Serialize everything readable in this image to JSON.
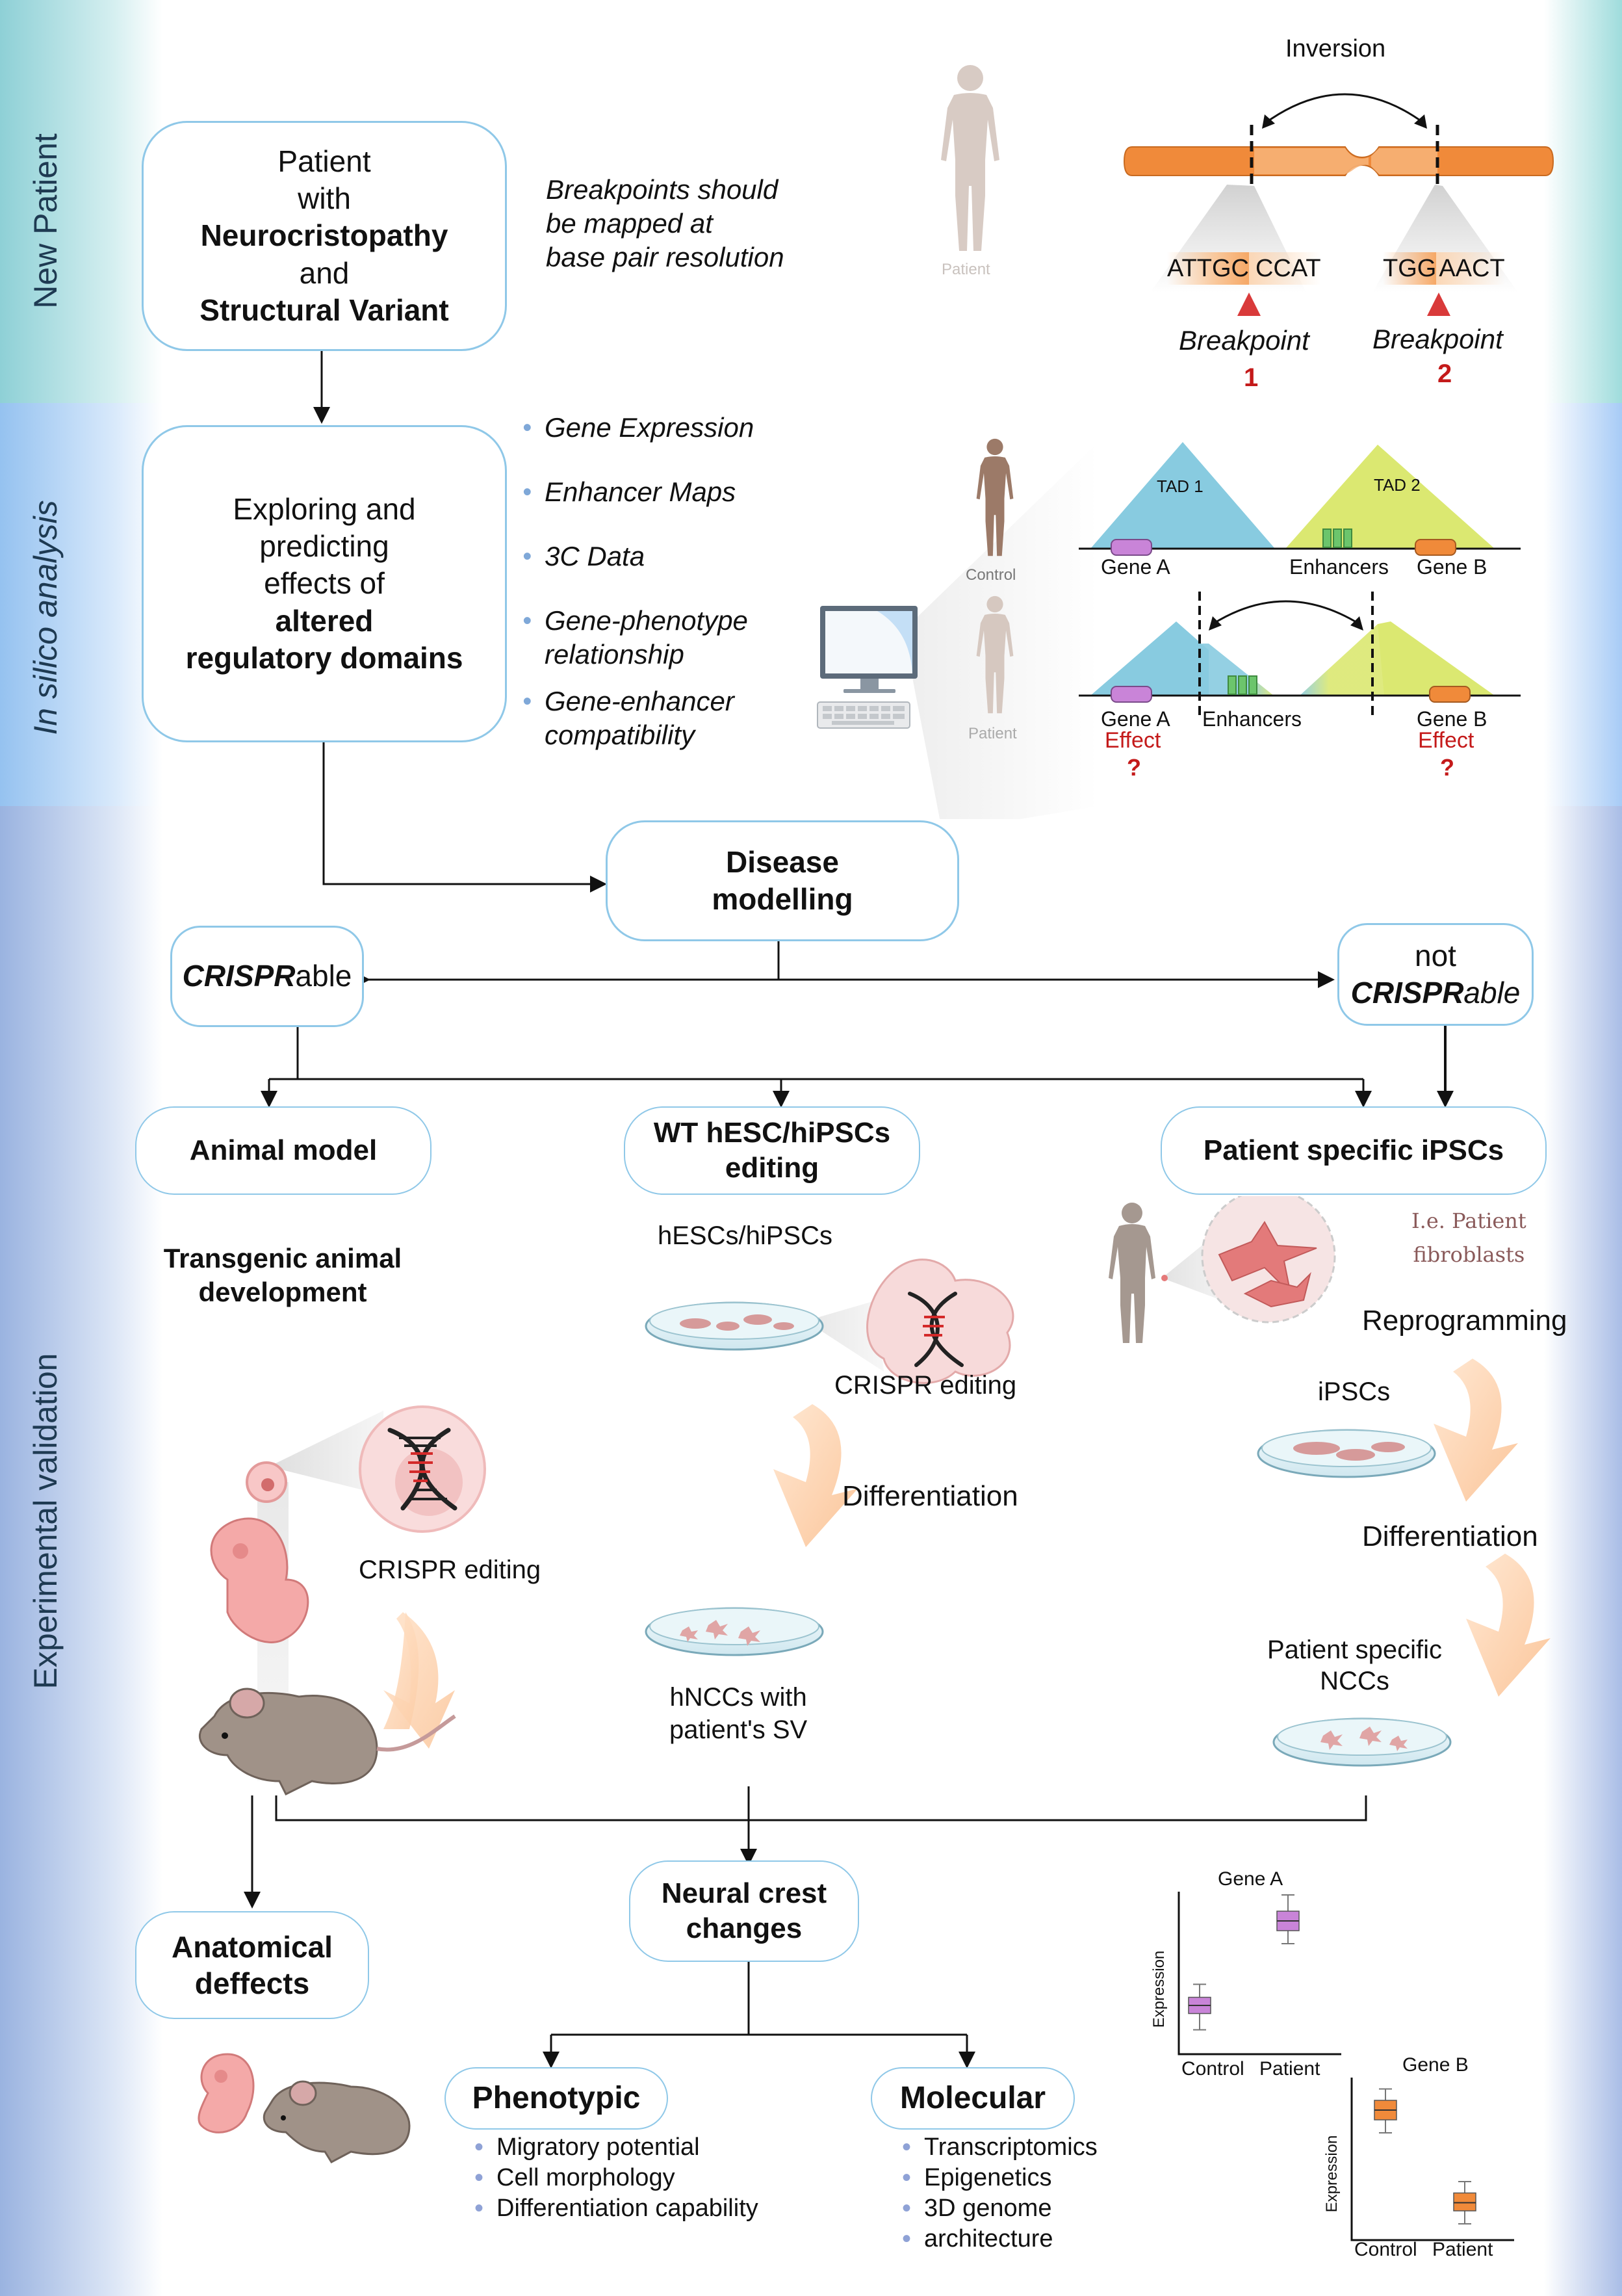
{
  "sections": {
    "new_patient": "New Patient",
    "in_silico": "In silico analysis",
    "experimental": "Experimental validation"
  },
  "patient_box": {
    "line1": "Patient",
    "line2": "with",
    "line3": "Neurocristopathy",
    "line4": "and",
    "line5": "Structural Variant"
  },
  "breakpoints_note": {
    "line1": "Breakpoints should",
    "line2": "be mapped at",
    "line3": "base pair resolution"
  },
  "patient_figure_label": "Patient",
  "inversion": {
    "label": "Inversion",
    "seq1_a": "ATTGC",
    "seq1_b": "CCAT",
    "seq2_a": "TGG",
    "seq2_b": "AACT",
    "bp1_label": "Breakpoint",
    "bp1_num": "1",
    "bp2_label": "Breakpoint",
    "bp2_num": "2"
  },
  "insilico_box": {
    "line1": "Exploring and",
    "line2": "predicting",
    "line3": "effects of",
    "line4": "altered",
    "line5": "regulatory domains"
  },
  "insilico_items": [
    "Gene Expression",
    "Enhancer Maps",
    "3C Data",
    "Gene-phenotype relationship",
    "Gene-enhancer compatibility"
  ],
  "tad_panel": {
    "control_label": "Control",
    "patient_label": "Patient",
    "tad1": "TAD 1",
    "tad2": "TAD 2",
    "gene_a": "Gene A",
    "gene_b": "Gene B",
    "enhancers": "Enhancers",
    "effect": "Effect",
    "question": "?"
  },
  "disease_modelling": {
    "line1": "Disease",
    "line2": "modelling"
  },
  "crisprable": {
    "bold": "CRISPR",
    "rest": "able"
  },
  "not_crisprable": {
    "line1": "not",
    "bold": "CRISPR",
    "rest": "able"
  },
  "branches": {
    "animal": "Animal model",
    "wt_line1": "WT hESC/hiPSCs",
    "wt_line2": "editing",
    "patient_ipsc": "Patient specific iPSCs"
  },
  "animal_path": {
    "title_line1": "Transgenic animal",
    "title_line2": "development",
    "crispr_editing": "CRISPR editing"
  },
  "wt_path": {
    "hesc": "hESCs/hiPSCs",
    "crispr_editing": "CRISPR editing",
    "differentiation": "Differentiation",
    "hnccs_line1": "hNCCs with",
    "hnccs_line2": "patient's SV"
  },
  "patient_path": {
    "fibro_line1": "I.e. Patient",
    "fibro_line2": "fibroblasts",
    "reprogramming": "Reprogramming",
    "ipscs": "iPSCs",
    "differentiation": "Differentiation",
    "nccs_line1": "Patient specific",
    "nccs_line2": "NCCs"
  },
  "outcomes": {
    "anatomical_line1": "Anatomical",
    "anatomical_line2": "deffects",
    "neural_line1": "Neural crest",
    "neural_line2": "changes",
    "phenotypic": "Phenotypic",
    "molecular": "Molecular",
    "phenotypic_items": [
      "Migratory potential",
      "Cell morphology",
      "Differentiation capability"
    ],
    "molecular_items": [
      "Transcriptomics",
      "Epigenetics",
      "3D genome",
      "architecture"
    ]
  },
  "colors": {
    "box_border": "#8fc8e8",
    "gene_a": "#c984d8",
    "gene_b": "#f08a3a",
    "breakpoint_red": "#c41a1a",
    "tad_blue": "#88cbe0",
    "tad_yellow": "#dbe871",
    "enhancer_green": "#6cc56c"
  },
  "chart_data": [
    {
      "type": "box",
      "title": "Gene A",
      "categories": [
        "Control",
        "Patient"
      ],
      "ylabel": "Expression",
      "color": "#c984d8",
      "boxes": [
        {
          "min": 0.15,
          "q1": 0.25,
          "median": 0.3,
          "q3": 0.35,
          "max": 0.43
        },
        {
          "min": 0.68,
          "q1": 0.76,
          "median": 0.82,
          "q3": 0.88,
          "max": 0.98
        }
      ]
    },
    {
      "type": "box",
      "title": "Gene B",
      "categories": [
        "Control",
        "Patient"
      ],
      "ylabel": "Expression",
      "color": "#f08a3a",
      "boxes": [
        {
          "min": 0.66,
          "q1": 0.74,
          "median": 0.8,
          "q3": 0.86,
          "max": 0.93
        },
        {
          "min": 0.1,
          "q1": 0.18,
          "median": 0.23,
          "q3": 0.29,
          "max": 0.36
        }
      ]
    }
  ]
}
